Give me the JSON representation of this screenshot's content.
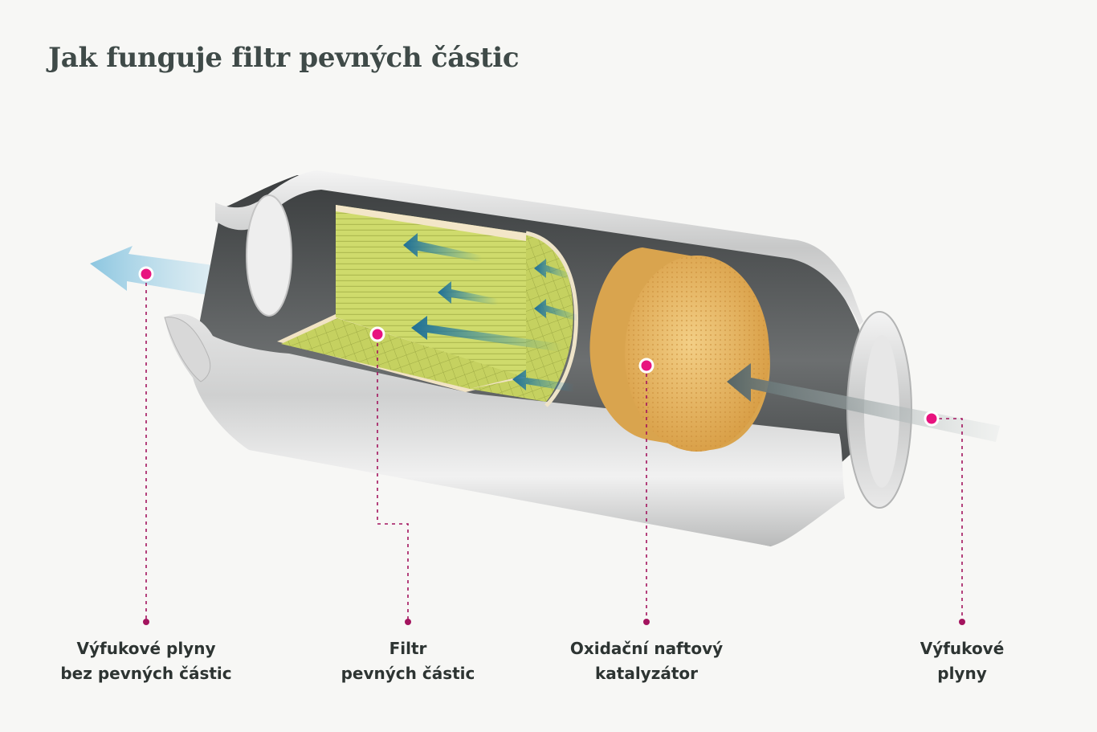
{
  "title": "Jak funguje filtr pevných částic",
  "colors": {
    "background": "#f7f7f5",
    "accent": "#e8137f",
    "leader": "#a3145e",
    "filter": "#cdd86a",
    "catalyst": "#e5b15c",
    "flow_arrow": "#1f7ea4"
  },
  "labels": {
    "exhaust_out": {
      "line1": "Výfukové plyny",
      "line2": "bez pevných částic"
    },
    "filter": {
      "line1": "Filtr",
      "line2": "pevných částic"
    },
    "catalyst": {
      "line1": "Oxidační naftový",
      "line2": "katalyzátor"
    },
    "exhaust_in": {
      "line1": "Výfukové",
      "line2": "plyny"
    }
  }
}
